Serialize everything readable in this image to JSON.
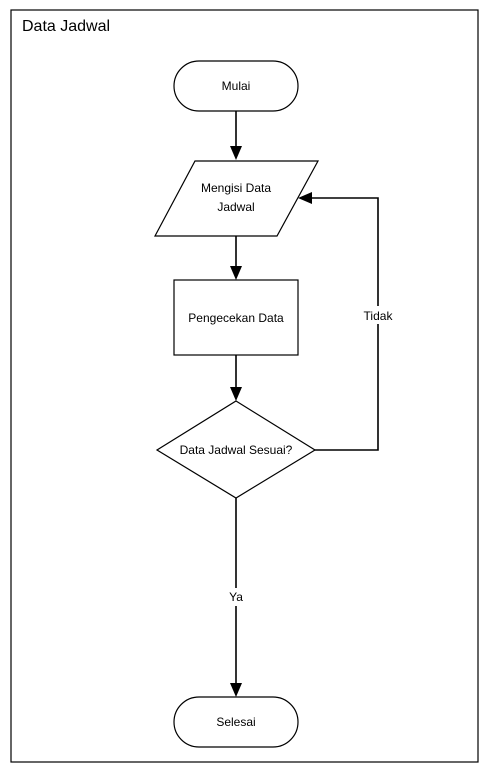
{
  "title": "Data Jadwal",
  "nodes": {
    "start": {
      "label": "Mulai",
      "shape": "terminator"
    },
    "input": {
      "label_line1": "Mengisi Data",
      "label_line2": "Jadwal",
      "shape": "parallelogram"
    },
    "process": {
      "label": "Pengecekan Data",
      "shape": "rectangle"
    },
    "decision": {
      "label": "Data Jadwal Sesuai?",
      "shape": "diamond"
    },
    "end": {
      "label": "Selesai",
      "shape": "terminator"
    }
  },
  "edges": {
    "no_label": "Tidak",
    "yes_label": "Ya"
  },
  "colors": {
    "stroke": "#000000",
    "background": "#ffffff"
  }
}
